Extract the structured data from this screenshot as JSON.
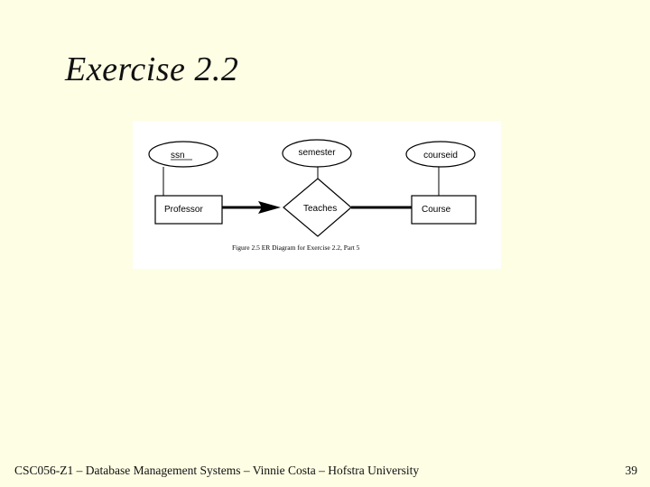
{
  "slide": {
    "title": "Exercise 2.2",
    "footer": "CSC056-Z1 – Database Management Systems – Vinnie Costa – Hofstra University",
    "page_number": "39"
  },
  "diagram": {
    "entities": [
      "Professor",
      "Course"
    ],
    "relationship": "Teaches",
    "attributes": {
      "professor_key": "ssn",
      "relationship_attr": "semester",
      "course_key": "courseid"
    },
    "caption": "Figure 2.5   ER Diagram for Exercise 2.2, Part 5"
  }
}
